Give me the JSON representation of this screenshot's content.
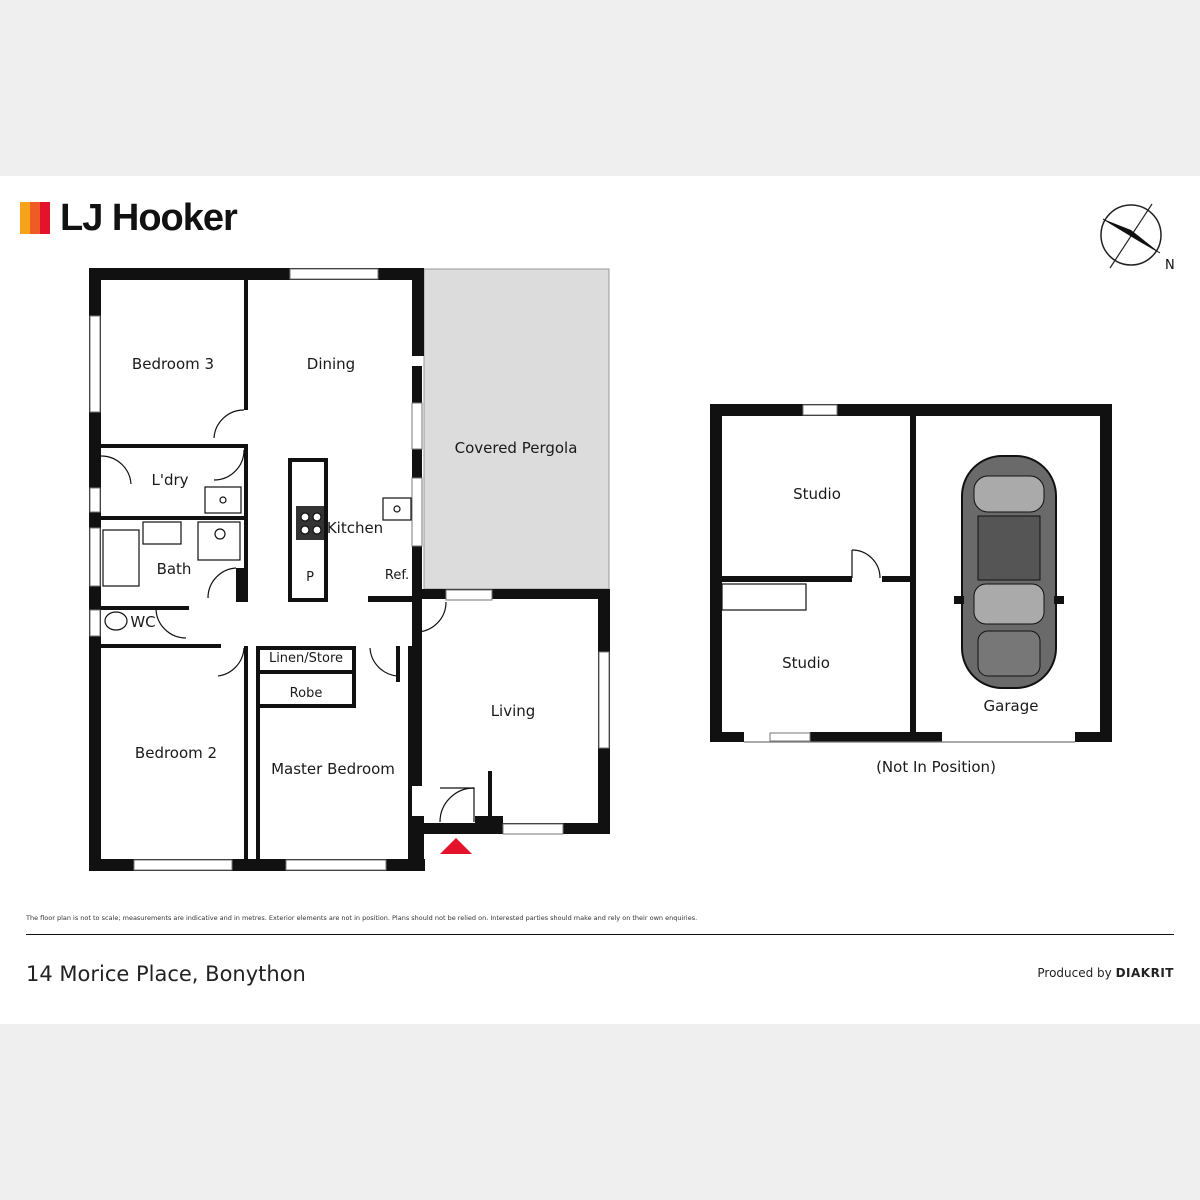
{
  "brand": {
    "name": "LJ Hooker",
    "bar_colors": [
      "#f6a21a",
      "#ef5b25",
      "#e4132b"
    ]
  },
  "compass": {
    "north_label": "N"
  },
  "main_house": {
    "rooms": {
      "bedroom_3": "Bedroom 3",
      "dining": "Dining",
      "covered_pergola": "Covered Pergola",
      "laundry": "L'dry",
      "kitchen": "Kitchen",
      "bath": "Bath",
      "pantry": "P",
      "fridge": "Ref.",
      "wc": "WC",
      "linen_store": "Linen/Store",
      "robe": "Robe",
      "living": "Living",
      "bedroom_2": "Bedroom 2",
      "master_bedroom": "Master Bedroom"
    },
    "entry_marker_color": "#e4132b"
  },
  "outbuilding": {
    "rooms": {
      "studio_upper": "Studio",
      "studio_lower": "Studio",
      "garage": "Garage"
    },
    "caption": "(Not In Position)"
  },
  "colors": {
    "wall": "#111111",
    "pergola_fill": "#dcdcdc",
    "car_body": "#6a6a6a"
  },
  "footer": {
    "disclaimer": "The floor plan is not to scale; measurements are indicative and in metres. Exterior elements are not in position. Plans should not be relied on. Interested parties should make and rely on their own enquiries.",
    "address": "14 Morice Place, Bonython",
    "produced_by_prefix": "Produced by",
    "produced_by_brand": "DIAKRIT"
  }
}
